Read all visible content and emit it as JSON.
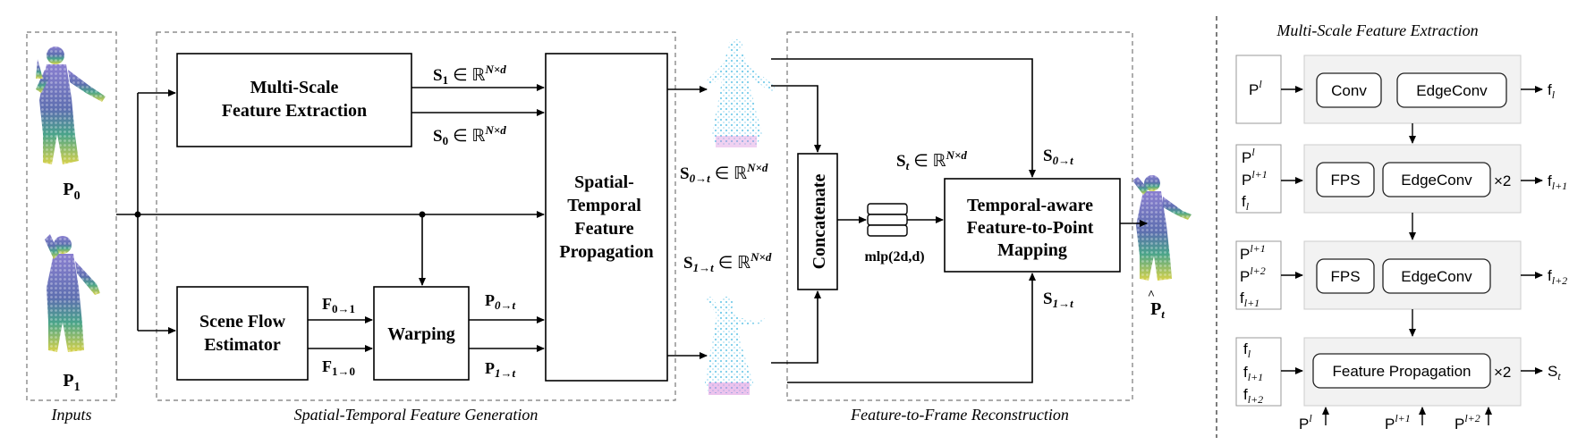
{
  "inputs": {
    "p0": "P",
    "p0_sub": "0",
    "p1": "P",
    "p1_sub": "1",
    "caption": "Inputs"
  },
  "generation": {
    "caption": "Spatial-Temporal Feature Generation",
    "msfe_line1": "Multi-Scale",
    "msfe_line2": "Feature Extraction",
    "sfe_line1": "Scene Flow",
    "sfe_line2": "Estimator",
    "warping": "Warping",
    "stfp_line1": "Spatial-",
    "stfp_line2": "Temporal",
    "stfp_line3": "Feature",
    "stfp_line4": "Propagation",
    "s1_label": "S",
    "s1_sub": "1",
    "s0_label": "S",
    "s0_sub": "0",
    "in_symbol": "∈ ℝ",
    "n_by_d": "N×d",
    "f01": "F",
    "f01_sub": "0→1",
    "f10": "F",
    "f10_sub": "1→0",
    "p0t": "P",
    "p0t_sub": "0→t",
    "p1t": "P",
    "p1t_sub": "1→t"
  },
  "reconstruction": {
    "caption": "Feature-to-Frame Reconstruction",
    "s0t_label": "S",
    "s0t_sub": "0→t",
    "s1t_label": "S",
    "s1t_sub": "1→t",
    "concatenate": "Concatenate",
    "st_label": "S",
    "st_sub": "t",
    "mlp": "mlp(2d,d)",
    "tafpm_line1": "Temporal-aware",
    "tafpm_line2": "Feature-to-Point",
    "tafpm_line3": "Mapping",
    "out_label": "P",
    "out_sub": "t"
  },
  "msfe_detail": {
    "title": "Multi-Scale Feature Extraction",
    "row1": {
      "in": "P",
      "in_sup": "l",
      "ops": [
        "Conv",
        "EdgeConv"
      ],
      "out": "f",
      "out_sub": "l"
    },
    "row2": {
      "ins": [
        [
          "P",
          "l"
        ],
        [
          "P",
          "l+1"
        ],
        [
          "f",
          "l"
        ]
      ],
      "ops": [
        "FPS",
        "EdgeConv"
      ],
      "repeat": "×2",
      "out": "f",
      "out_sub": "l+1"
    },
    "row3": {
      "ins": [
        [
          "P",
          "l+1"
        ],
        [
          "P",
          "l+2"
        ],
        [
          "f",
          "l+1"
        ]
      ],
      "ops": [
        "FPS",
        "EdgeConv"
      ],
      "out": "f",
      "out_sub": "l+2"
    },
    "row4": {
      "ins": [
        [
          "f",
          "l"
        ],
        [
          "f",
          "l+1"
        ],
        [
          "f",
          "l+2"
        ]
      ],
      "op": "Feature Propagation",
      "repeat": "×2",
      "out": "S",
      "out_sub": "t",
      "bottom": [
        [
          "P",
          "l"
        ],
        [
          "P",
          "l+1"
        ],
        [
          "P",
          "l+2"
        ]
      ]
    }
  }
}
